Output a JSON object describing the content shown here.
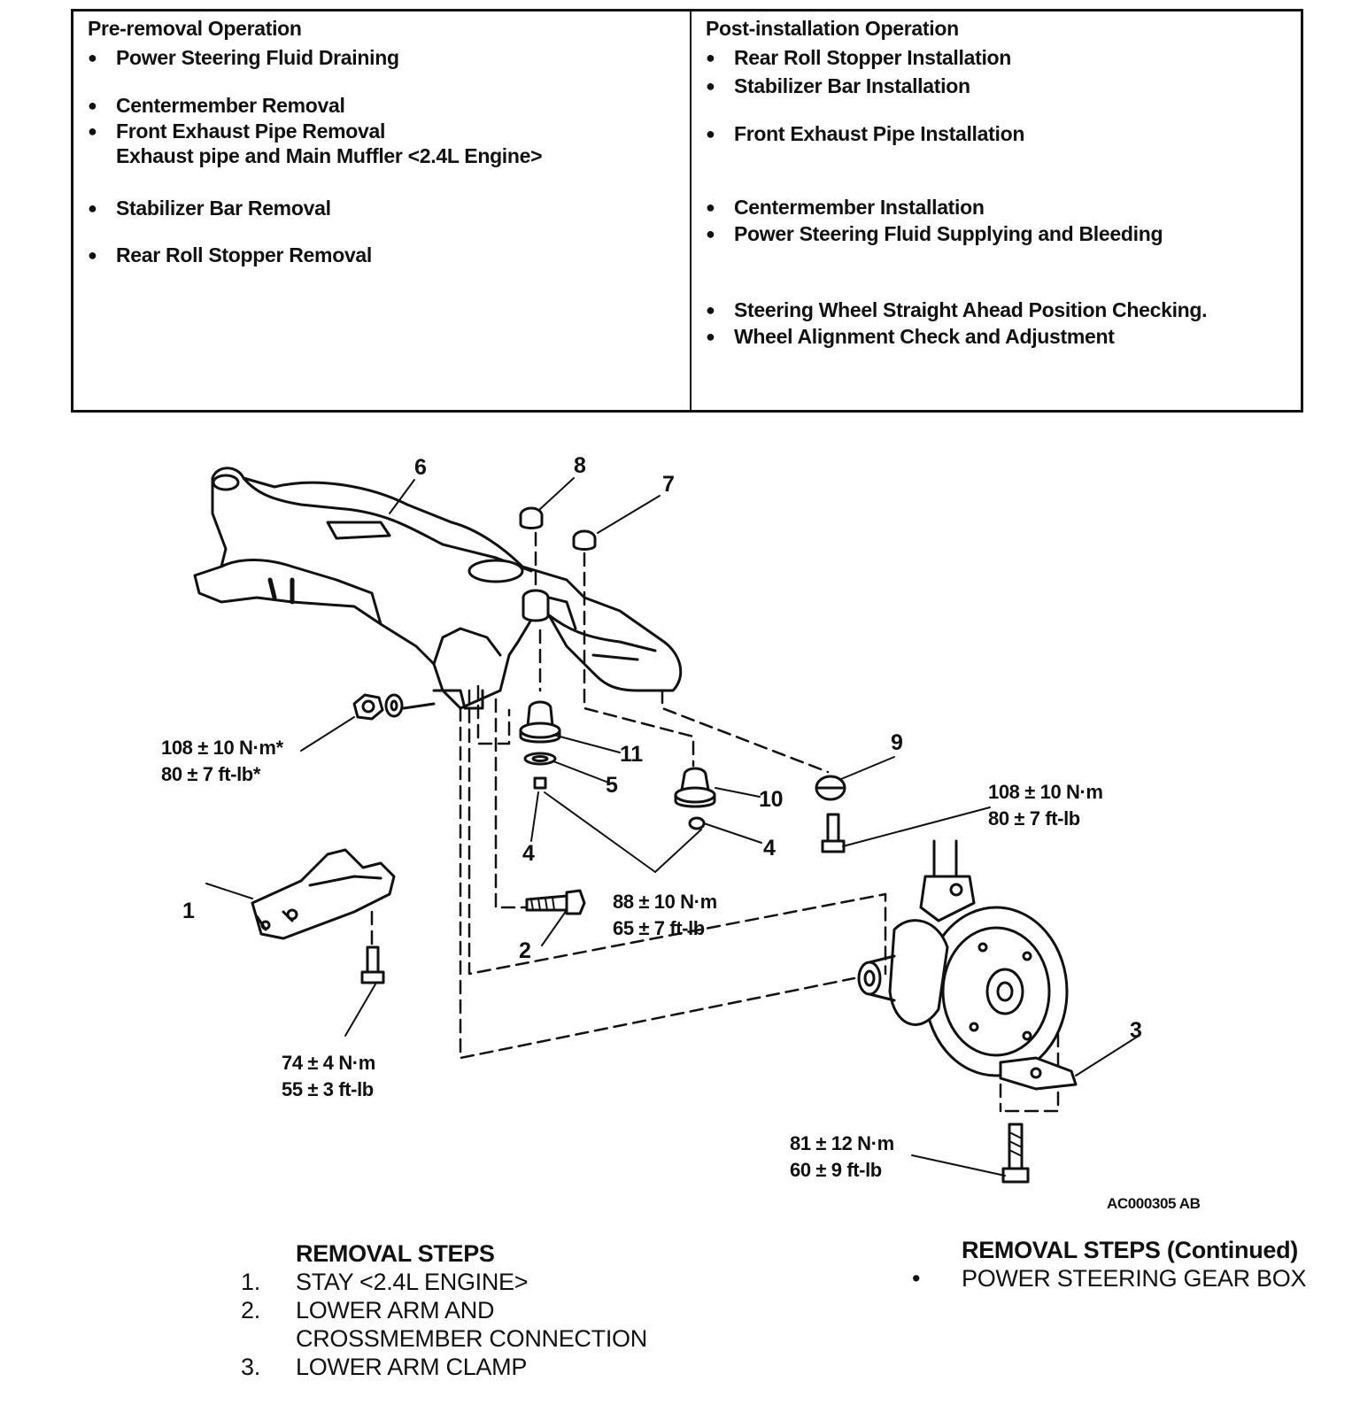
{
  "procedure_table": {
    "left_title": "Pre-removal Operation",
    "left_items": [
      {
        "text": "Power Steering Fluid Draining"
      },
      {
        "text": "Centermember Removal"
      },
      {
        "text": "Front Exhaust Pipe Removal",
        "sub": "Exhaust pipe and Main Muffler <2.4L Engine>"
      },
      {
        "text": "Stabilizer Bar Removal"
      },
      {
        "text": "Rear Roll Stopper Removal"
      }
    ],
    "right_title": "Post-installation Operation",
    "right_items": [
      {
        "text": "Rear Roll Stopper Installation"
      },
      {
        "text": "Stabilizer Bar Installation"
      },
      {
        "text": "Front Exhaust Pipe Installation"
      },
      {
        "text": "Centermember Installation"
      },
      {
        "text": "Power Steering Fluid Supplying and Bleeding"
      },
      {
        "text": "Steering Wheel Straight Ahead Position Checking."
      },
      {
        "text": "Wheel Alignment Check and Adjustment"
      }
    ]
  },
  "diagram": {
    "part_labels": [
      "1",
      "2",
      "3",
      "4",
      "4",
      "5",
      "6",
      "7",
      "8",
      "9",
      "10",
      "11"
    ],
    "torques": {
      "t1": {
        "nm": "108 ± 10 N·m*",
        "ftlb": "80 ± 7 ft-lb*"
      },
      "t2": {
        "nm": "108 ± 10 N·m",
        "ftlb": "80 ± 7 ft-lb"
      },
      "t3": {
        "nm": "88 ± 10 N·m",
        "ftlb": "65 ± 7 ft-lb"
      },
      "t4": {
        "nm": "74 ± 4 N·m",
        "ftlb": "55 ± 3 ft-lb"
      },
      "t5": {
        "nm": "81 ± 12 N·m",
        "ftlb": "60 ± 9 ft-lb"
      }
    },
    "reference_code": "AC000305 AB"
  },
  "removal_steps": {
    "heading": "REMOVAL STEPS",
    "steps": [
      {
        "num": "1.",
        "text": "STAY <2.4L ENGINE>"
      },
      {
        "num": "2.",
        "text": "LOWER ARM AND"
      },
      {
        "num": "",
        "text": "CROSSMEMBER CONNECTION"
      },
      {
        "num": "3.",
        "text": "LOWER ARM CLAMP"
      }
    ],
    "continued_heading": "REMOVAL STEPS (Continued)",
    "continued_steps": [
      {
        "bullet": "•",
        "text": "POWER STEERING GEAR BOX"
      }
    ]
  }
}
